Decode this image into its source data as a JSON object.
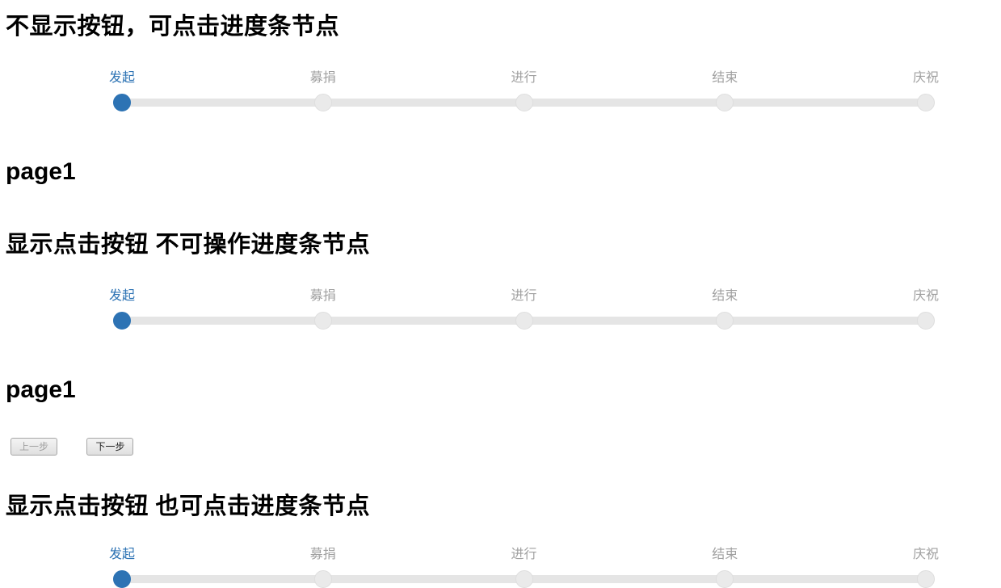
{
  "page": {
    "heading_demo1": "不显示按钮，可点击进度条节点",
    "heading_page1_a": "page1",
    "heading_demo2": "显示点击按钮 不可操作进度条节点",
    "heading_page1_b": "page1",
    "heading_demo3": "显示点击按钮 也可点击进度条节点"
  },
  "steps": {
    "labels": [
      "发起",
      "募捐",
      "进行",
      "结束",
      "庆祝"
    ],
    "active_index": 0,
    "active_label": "发起"
  },
  "controls": {
    "prev_label": "上一步",
    "next_label": "下一步",
    "prev_disabled": true
  },
  "colors": {
    "active_blue": "#2d73b4",
    "inactive_label_gray": "#a0a0a0",
    "track_gray": "#e5e5e5"
  }
}
